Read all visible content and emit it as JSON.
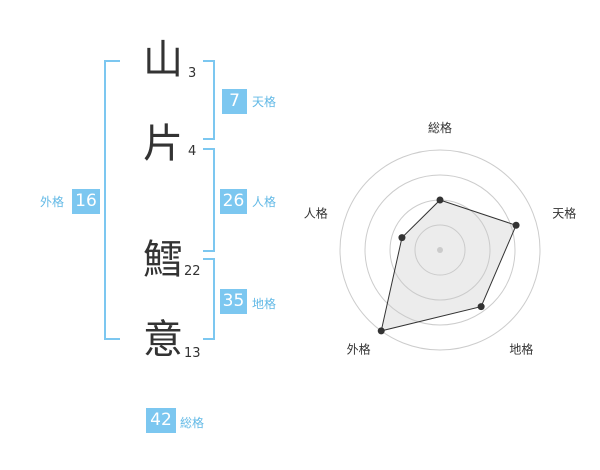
{
  "name": {
    "chars": [
      {
        "char": "山",
        "strokes": "3"
      },
      {
        "char": "片",
        "strokes": "4"
      },
      {
        "char": "鱈",
        "strokes": "22"
      },
      {
        "char": "意",
        "strokes": "13"
      }
    ]
  },
  "fortune": {
    "tenkaku": {
      "value": "7",
      "label": "天格"
    },
    "jinkaku": {
      "value": "26",
      "label": "人格"
    },
    "chikaku": {
      "value": "35",
      "label": "地格"
    },
    "gaikaku": {
      "value": "16",
      "label": "外格"
    },
    "soukaku": {
      "value": "42",
      "label": "総格"
    }
  },
  "colors": {
    "accent": "#7cc7f0",
    "accent_text": "#62b9e6"
  },
  "chart_data": {
    "type": "radar",
    "axes": [
      "総格",
      "天格",
      "地格",
      "外格",
      "人格"
    ],
    "values": [
      0.5,
      0.8,
      0.7,
      1.0,
      0.4
    ],
    "rings": 4,
    "max": 1.0
  }
}
